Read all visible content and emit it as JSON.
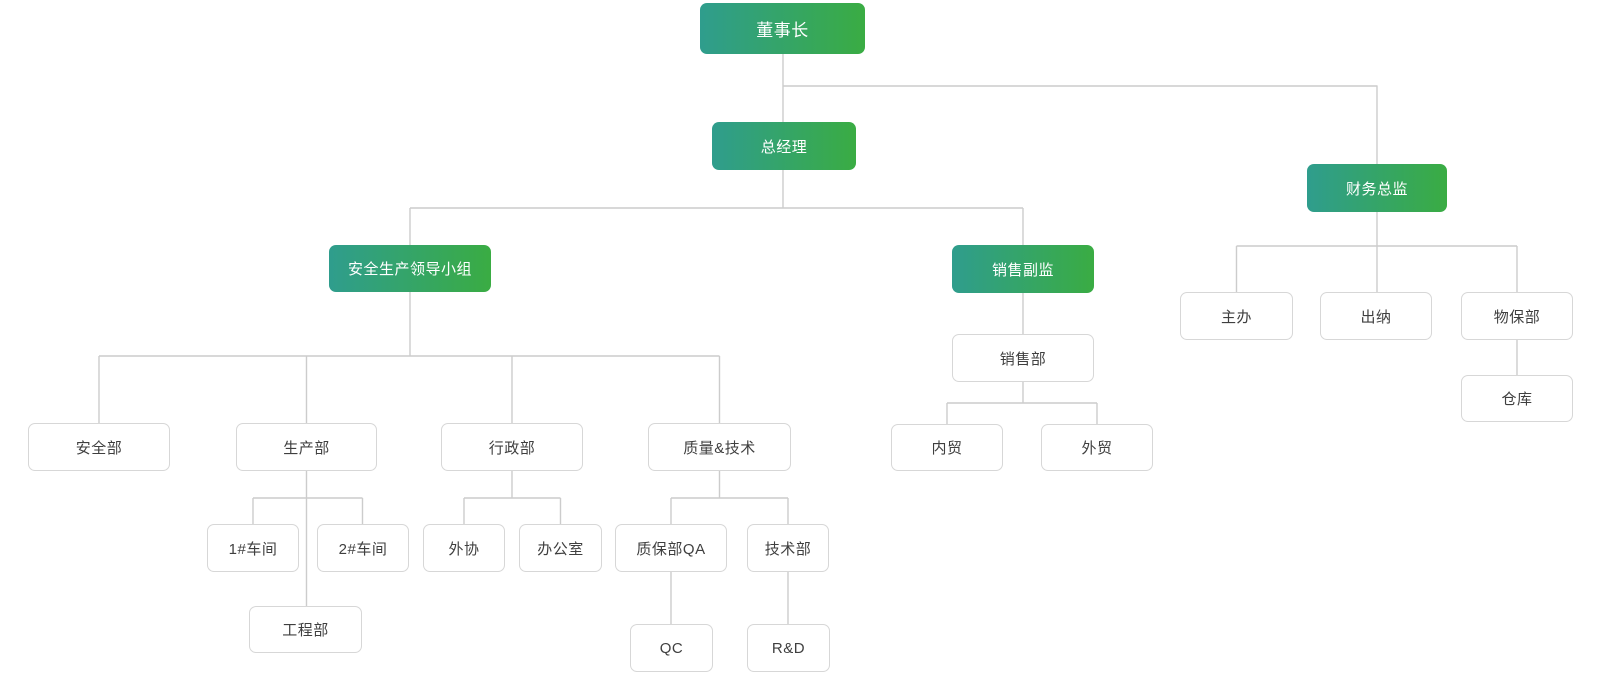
{
  "diagram": {
    "type": "org-chart",
    "colors": {
      "background": "#ffffff",
      "accent_gradient_from": "#2F9D8D",
      "accent_gradient_to": "#3AAC43",
      "connector_line": "#cccccc",
      "plain_node_border": "#d7d7d7",
      "plain_node_text": "#3f3f3f",
      "primary_node_text": "#ffffff"
    },
    "nodes": [
      {
        "id": "chairman",
        "label": "董事长",
        "type": "primary",
        "parent": null
      },
      {
        "id": "general-manager",
        "label": "总经理",
        "type": "primary",
        "parent": "chairman"
      },
      {
        "id": "finance-director",
        "label": "财务总监",
        "type": "primary",
        "parent": "chairman"
      },
      {
        "id": "safety-leadership-group",
        "label": "安全生产领导小组",
        "type": "primary",
        "parent": "general-manager"
      },
      {
        "id": "sales-deputy-director",
        "label": "销售副监",
        "type": "primary",
        "parent": "general-manager"
      },
      {
        "id": "chief-officer",
        "label": "主办",
        "type": "plain",
        "parent": "finance-director"
      },
      {
        "id": "cashier",
        "label": "出纳",
        "type": "plain",
        "parent": "finance-director"
      },
      {
        "id": "material-security-dept",
        "label": "物保部",
        "type": "plain",
        "parent": "finance-director"
      },
      {
        "id": "warehouse",
        "label": "仓库",
        "type": "plain",
        "parent": "material-security-dept"
      },
      {
        "id": "safety-dept",
        "label": "安全部",
        "type": "plain",
        "parent": "safety-leadership-group"
      },
      {
        "id": "production-dept",
        "label": "生产部",
        "type": "plain",
        "parent": "safety-leadership-group"
      },
      {
        "id": "admin-dept",
        "label": "行政部",
        "type": "plain",
        "parent": "safety-leadership-group"
      },
      {
        "id": "quality-tech",
        "label": "质量&技术",
        "type": "plain",
        "parent": "safety-leadership-group"
      },
      {
        "id": "sales-dept",
        "label": "销售部",
        "type": "plain",
        "parent": "sales-deputy-director"
      },
      {
        "id": "domestic-trade",
        "label": "内贸",
        "type": "plain",
        "parent": "sales-dept"
      },
      {
        "id": "foreign-trade",
        "label": "外贸",
        "type": "plain",
        "parent": "sales-dept"
      },
      {
        "id": "workshop-1",
        "label": "1#车间",
        "type": "plain",
        "parent": "production-dept"
      },
      {
        "id": "workshop-2",
        "label": "2#车间",
        "type": "plain",
        "parent": "production-dept"
      },
      {
        "id": "engineering-dept",
        "label": "工程部",
        "type": "plain",
        "parent": "production-dept"
      },
      {
        "id": "outsourcing",
        "label": "外协",
        "type": "plain",
        "parent": "admin-dept"
      },
      {
        "id": "office",
        "label": "办公室",
        "type": "plain",
        "parent": "admin-dept"
      },
      {
        "id": "qa-dept",
        "label": "质保部QA",
        "type": "plain",
        "parent": "quality-tech"
      },
      {
        "id": "tech-dept",
        "label": "技术部",
        "type": "plain",
        "parent": "quality-tech"
      },
      {
        "id": "qc",
        "label": "QC",
        "type": "plain",
        "parent": "qa-dept"
      },
      {
        "id": "rnd",
        "label": "R&D",
        "type": "plain",
        "parent": "tech-dept"
      }
    ]
  }
}
